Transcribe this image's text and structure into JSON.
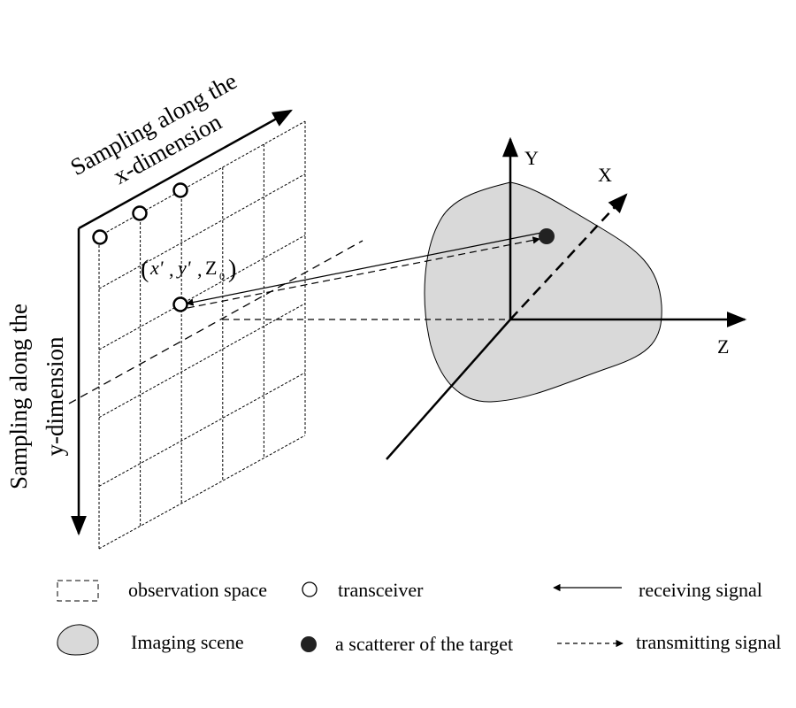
{
  "labels": {
    "x_sampling": [
      "Sampling along the",
      "x-dimension"
    ],
    "y_sampling": [
      "Sampling along the",
      "y-dimension"
    ],
    "coordinate": {
      "open": "(",
      "x": "x'",
      "sep1": ",",
      "y": "y'",
      "sep2": ",",
      "z": "Z",
      "sub": "0",
      "close": ")"
    },
    "axis_x": "X",
    "axis_y": "Y",
    "axis_z": "Z"
  },
  "colors": {
    "scene_fill": "#d9d9d9",
    "scatterer_fill": "#222222",
    "line": "#000000"
  },
  "grid": {
    "columns": 5,
    "rows": 5
  },
  "legend": [
    {
      "icon": "dashed-rectangle-icon",
      "label": "observation space"
    },
    {
      "icon": "open-circle-icon",
      "label": "transceiver"
    },
    {
      "icon": "left-arrow-icon",
      "label": "receiving signal"
    },
    {
      "icon": "gray-blob-icon",
      "label": "Imaging scene"
    },
    {
      "icon": "filled-circle-icon",
      "label": "a scatterer of the target"
    },
    {
      "icon": "dashed-right-arrow-icon",
      "label": "transmitting signal"
    }
  ]
}
